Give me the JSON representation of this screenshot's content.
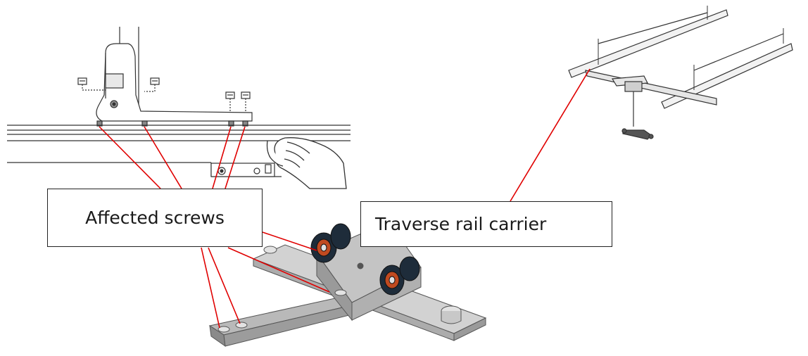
{
  "labels": {
    "affected_screws": "Affected screws",
    "traverse_rail_carrier": "Traverse rail carrier"
  },
  "colors": {
    "leader_line": "#e00000",
    "drawing_line": "#333333",
    "metal_light": "#d6d6d6",
    "metal_mid": "#b5b5b5",
    "metal_dark": "#8a8a8a",
    "wheel_dark": "#1e2c3a",
    "wheel_hub": "#c04a20"
  },
  "icons": [
    "rail-detail-drawing",
    "hand-icon",
    "traverse-rail-system-drawing",
    "carriage-3d-drawing"
  ]
}
